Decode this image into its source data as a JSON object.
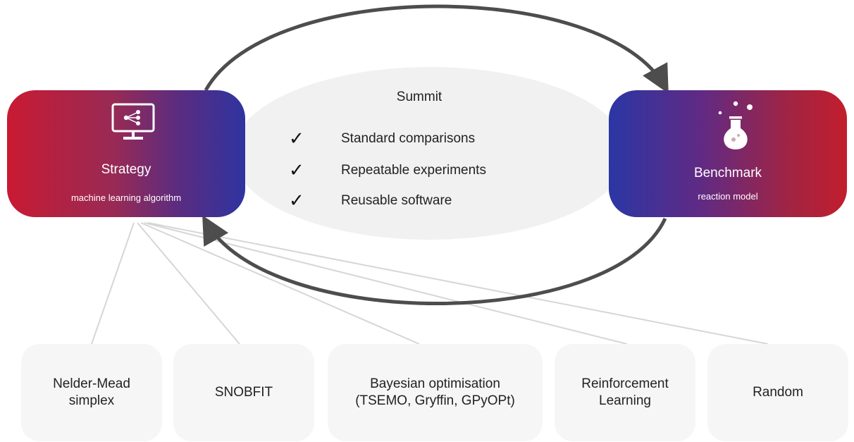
{
  "summit": {
    "title": "Summit",
    "checklist": [
      {
        "mark": "✓",
        "label": "Standard comparisons"
      },
      {
        "mark": "✓",
        "label": "Repeatable experiments"
      },
      {
        "mark": "✓",
        "label": "Reusable software"
      }
    ]
  },
  "strategy": {
    "title": "Strategy",
    "subtitle": "machine learning algorithm",
    "icon": "monitor-network-icon"
  },
  "benchmark": {
    "title": "Benchmark",
    "subtitle": "reaction model",
    "icon": "flask-icon"
  },
  "algorithms": [
    {
      "label": "Nelder-Mead\nsimplex"
    },
    {
      "label": "SNOBFIT"
    },
    {
      "label": "Bayesian optimisation\n(TSEMO, Gryffin, GPyOPt)"
    },
    {
      "label": "Reinforcement\nLearning"
    },
    {
      "label": "Random"
    }
  ],
  "colors": {
    "box_red": "#c91a32",
    "box_blue": "#2f34a0",
    "arrow": "#4d4d4d",
    "connector": "#d6d6d6",
    "ellipse": "#f1f1f1",
    "algo_box": "#f6f6f6"
  }
}
